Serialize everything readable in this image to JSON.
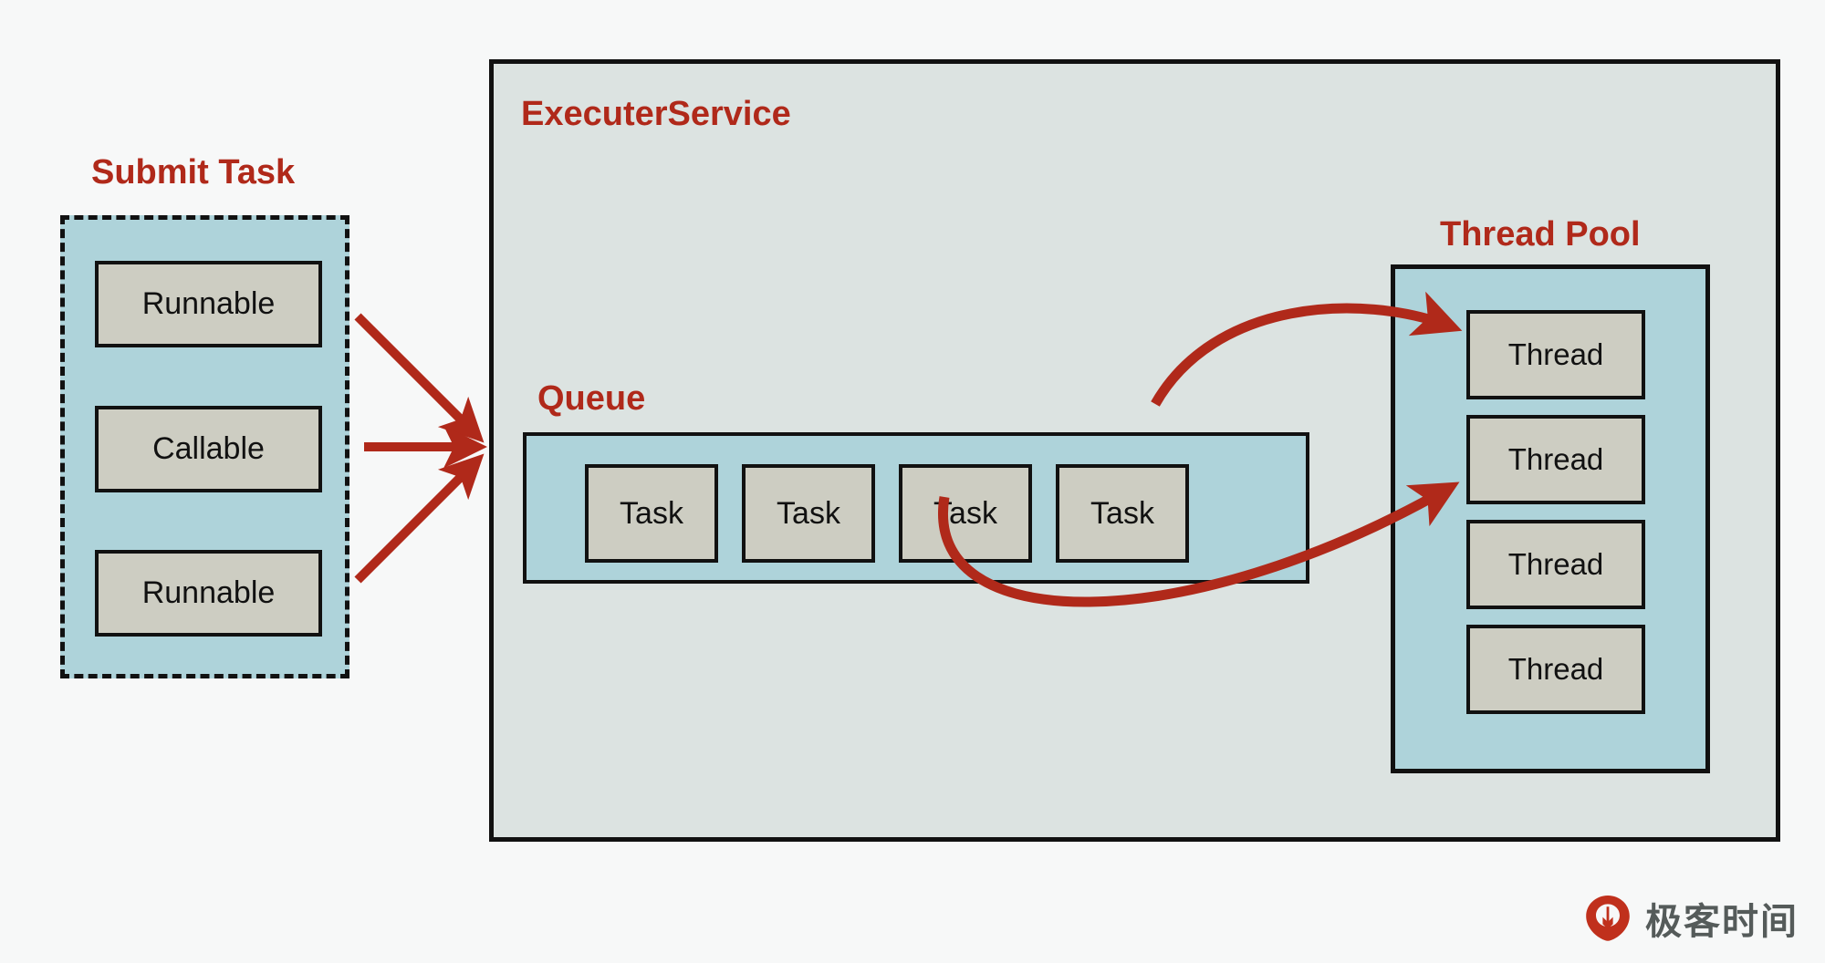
{
  "diagram": {
    "title": "ExecuterService thread pool diagram",
    "colors": {
      "canvas": "#f7f8f8",
      "accent_red": "#b0291a",
      "panel_teal": "#aed3da",
      "panel_gray_green": "#dce3e1",
      "box_fill": "#cdcdc2",
      "stroke": "#111111",
      "logo_text": "#555b5a"
    }
  },
  "submit_task": {
    "heading": "Submit Task",
    "items": [
      {
        "label": "Runnable"
      },
      {
        "label": "Callable"
      },
      {
        "label": "Runnable"
      }
    ]
  },
  "executer_service": {
    "heading": "ExecuterService"
  },
  "queue": {
    "heading": "Queue",
    "tasks": [
      {
        "label": "Task"
      },
      {
        "label": "Task"
      },
      {
        "label": "Task"
      },
      {
        "label": "Task"
      }
    ]
  },
  "thread_pool": {
    "heading": "Thread Pool",
    "threads": [
      {
        "label": "Thread"
      },
      {
        "label": "Thread"
      },
      {
        "label": "Thread"
      },
      {
        "label": "Thread"
      }
    ]
  },
  "arrows": {
    "submit_to_service": [
      {
        "name": "arrow-runnable-top",
        "kind": "straight"
      },
      {
        "name": "arrow-callable-mid",
        "kind": "straight"
      },
      {
        "name": "arrow-runnable-bottom",
        "kind": "straight"
      }
    ],
    "queue_to_pool": [
      {
        "name": "arrow-task-to-thread-1",
        "kind": "curved"
      },
      {
        "name": "arrow-task-to-thread-2",
        "kind": "curved"
      }
    ]
  },
  "logo": {
    "text": "极客时间",
    "mark": "geektime-logo-icon"
  }
}
